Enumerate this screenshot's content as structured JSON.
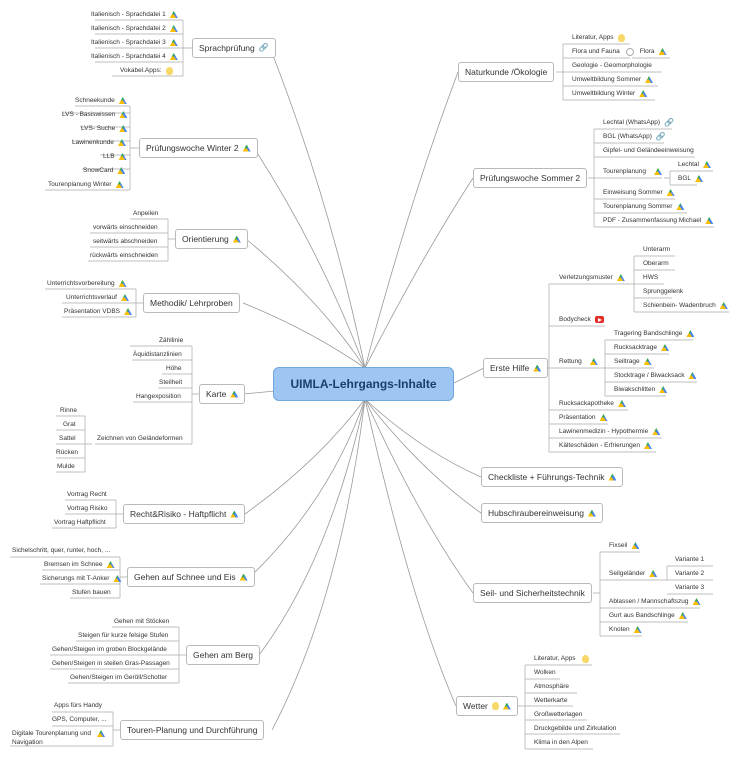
{
  "center": "UIMLA-Lehrgangs-Inhalte",
  "nodes": {
    "sprachpruefung": "Sprachprüfung",
    "pruefungswoche_winter": "Prüfungswoche Winter 2",
    "orientierung": "Orientierung",
    "methodik": "Methodik/ Lehrproben",
    "karte": "Karte",
    "recht_risiko": "Recht&Risiko - Haftpflicht",
    "gehen_schnee": "Gehen auf Schnee und Eis",
    "gehen_berg": "Gehen am Berg",
    "touren_planung": "Touren-Planung und Durchführung",
    "naturkunde": "Naturkunde /Ökologie",
    "pruefungswoche_sommer": "Prüfungswoche Sommer 2",
    "erste_hilfe": "Erste Hilfe",
    "checkliste": "Checkliste + Führungs-Technik",
    "hubschrauber": "Hubschraubereinweisung",
    "seil": "Seil- und Sicherheitstechnik",
    "wetter": "Wetter"
  },
  "leaves": {
    "sprach": [
      "Italienisch - Sprachdatei 1",
      "Italienisch - Sprachdatei 2",
      "Italienisch - Sprachdatei 3",
      "Italienisch - Sprachdatei 4",
      "Vokabel.Apps:"
    ],
    "winter": [
      "Schneekunde",
      "LVS - Basiswissen",
      "LVS- Suche",
      "Lawinenkunde",
      "LLB",
      "SnowCard",
      "Tourenplanung Winter"
    ],
    "orient": [
      "Anpeilen",
      "vorwärts einschneiden",
      "seitwärts abschneiden",
      "rückwärts einschneiden"
    ],
    "methodik": [
      "Unterrichtsvorbereitung",
      "Unterrichtsverlauf",
      "Präsentation VDBS"
    ],
    "karte": [
      "Zähllinie",
      "Äquidistanzlinien",
      "Höhe",
      "Steilheit",
      "Hangexposition",
      "Zeichnen von Geländeformen"
    ],
    "gelaende": [
      "Rinne",
      "Grat",
      "Sattel",
      "Rücken",
      "Mulde"
    ],
    "recht": [
      "Vortrag Recht",
      "Vortrag Risiko",
      "Vortrag Haftpflicht"
    ],
    "schnee": [
      "Sichelschritt, quer, runter, hoch, ...",
      "Bremsen im Schnee",
      "Sicherungs mit T-Anker",
      "Stufen bauen"
    ],
    "berg": [
      "Gehen mit Stöcken",
      "Steigen für kurze felsige Stufen",
      "Gehen/Steigen im groben Blockgelände",
      "Gehen/Steigen in steilen Gras-Passagen",
      "Gehen/Steigen im Geröll/Schotter"
    ],
    "touren": [
      "Apps fürs Handy",
      "GPS, Computer, ...",
      "Digitale Tourenplanung und",
      "Navigation"
    ],
    "natur": [
      "Literatur, Apps",
      "Flora und Fauna",
      "Flora",
      "Geologie - Geomorphologie",
      "Umweltbildung Sommer",
      "Umweltbildung Winter"
    ],
    "sommer": [
      "Lechtal (WhatsApp)",
      "BGL (WhatsApp)",
      "Gipfel- und Geländeeinweisung",
      "Tourenplanung",
      "Lechtal",
      "BGL",
      "Einweisung Sommer",
      "Tourenplanung Sommer",
      "PDF - Zusammenfassung Michael"
    ],
    "hilfe": [
      "Verletzungsmuster",
      "Bodycheck",
      "Rettung",
      "Rucksackapotheke",
      "Präsentation",
      "Lawinenmedizin - Hypothermie",
      "Kälteschäden - Erfrierungen"
    ],
    "verletzung": [
      "Unterarm",
      "Oberarm",
      "HWS",
      "Sprunggelenk",
      "Schienbein- Wadenbruch"
    ],
    "rettung": [
      "Tragering Bandschlinge",
      "Rucksacktrage",
      "Seiltrage",
      "Stocktrage / Biwacksack",
      "Biwakschlitten"
    ],
    "seil": [
      "Fixseil",
      "Seilgeländer",
      "Variante 1",
      "Variante 2",
      "Variante 3",
      "Ablassen / Mannschaftszug",
      "Gurt aus Bandschlinge",
      "Knoten"
    ],
    "wetter": [
      "Literatur, Apps",
      "Wolken",
      "Atmosphäre",
      "Wetterkarte",
      "Großwetterlagen",
      "Druckgebilde und Zirkulation",
      "Klima in den Alpen"
    ]
  }
}
